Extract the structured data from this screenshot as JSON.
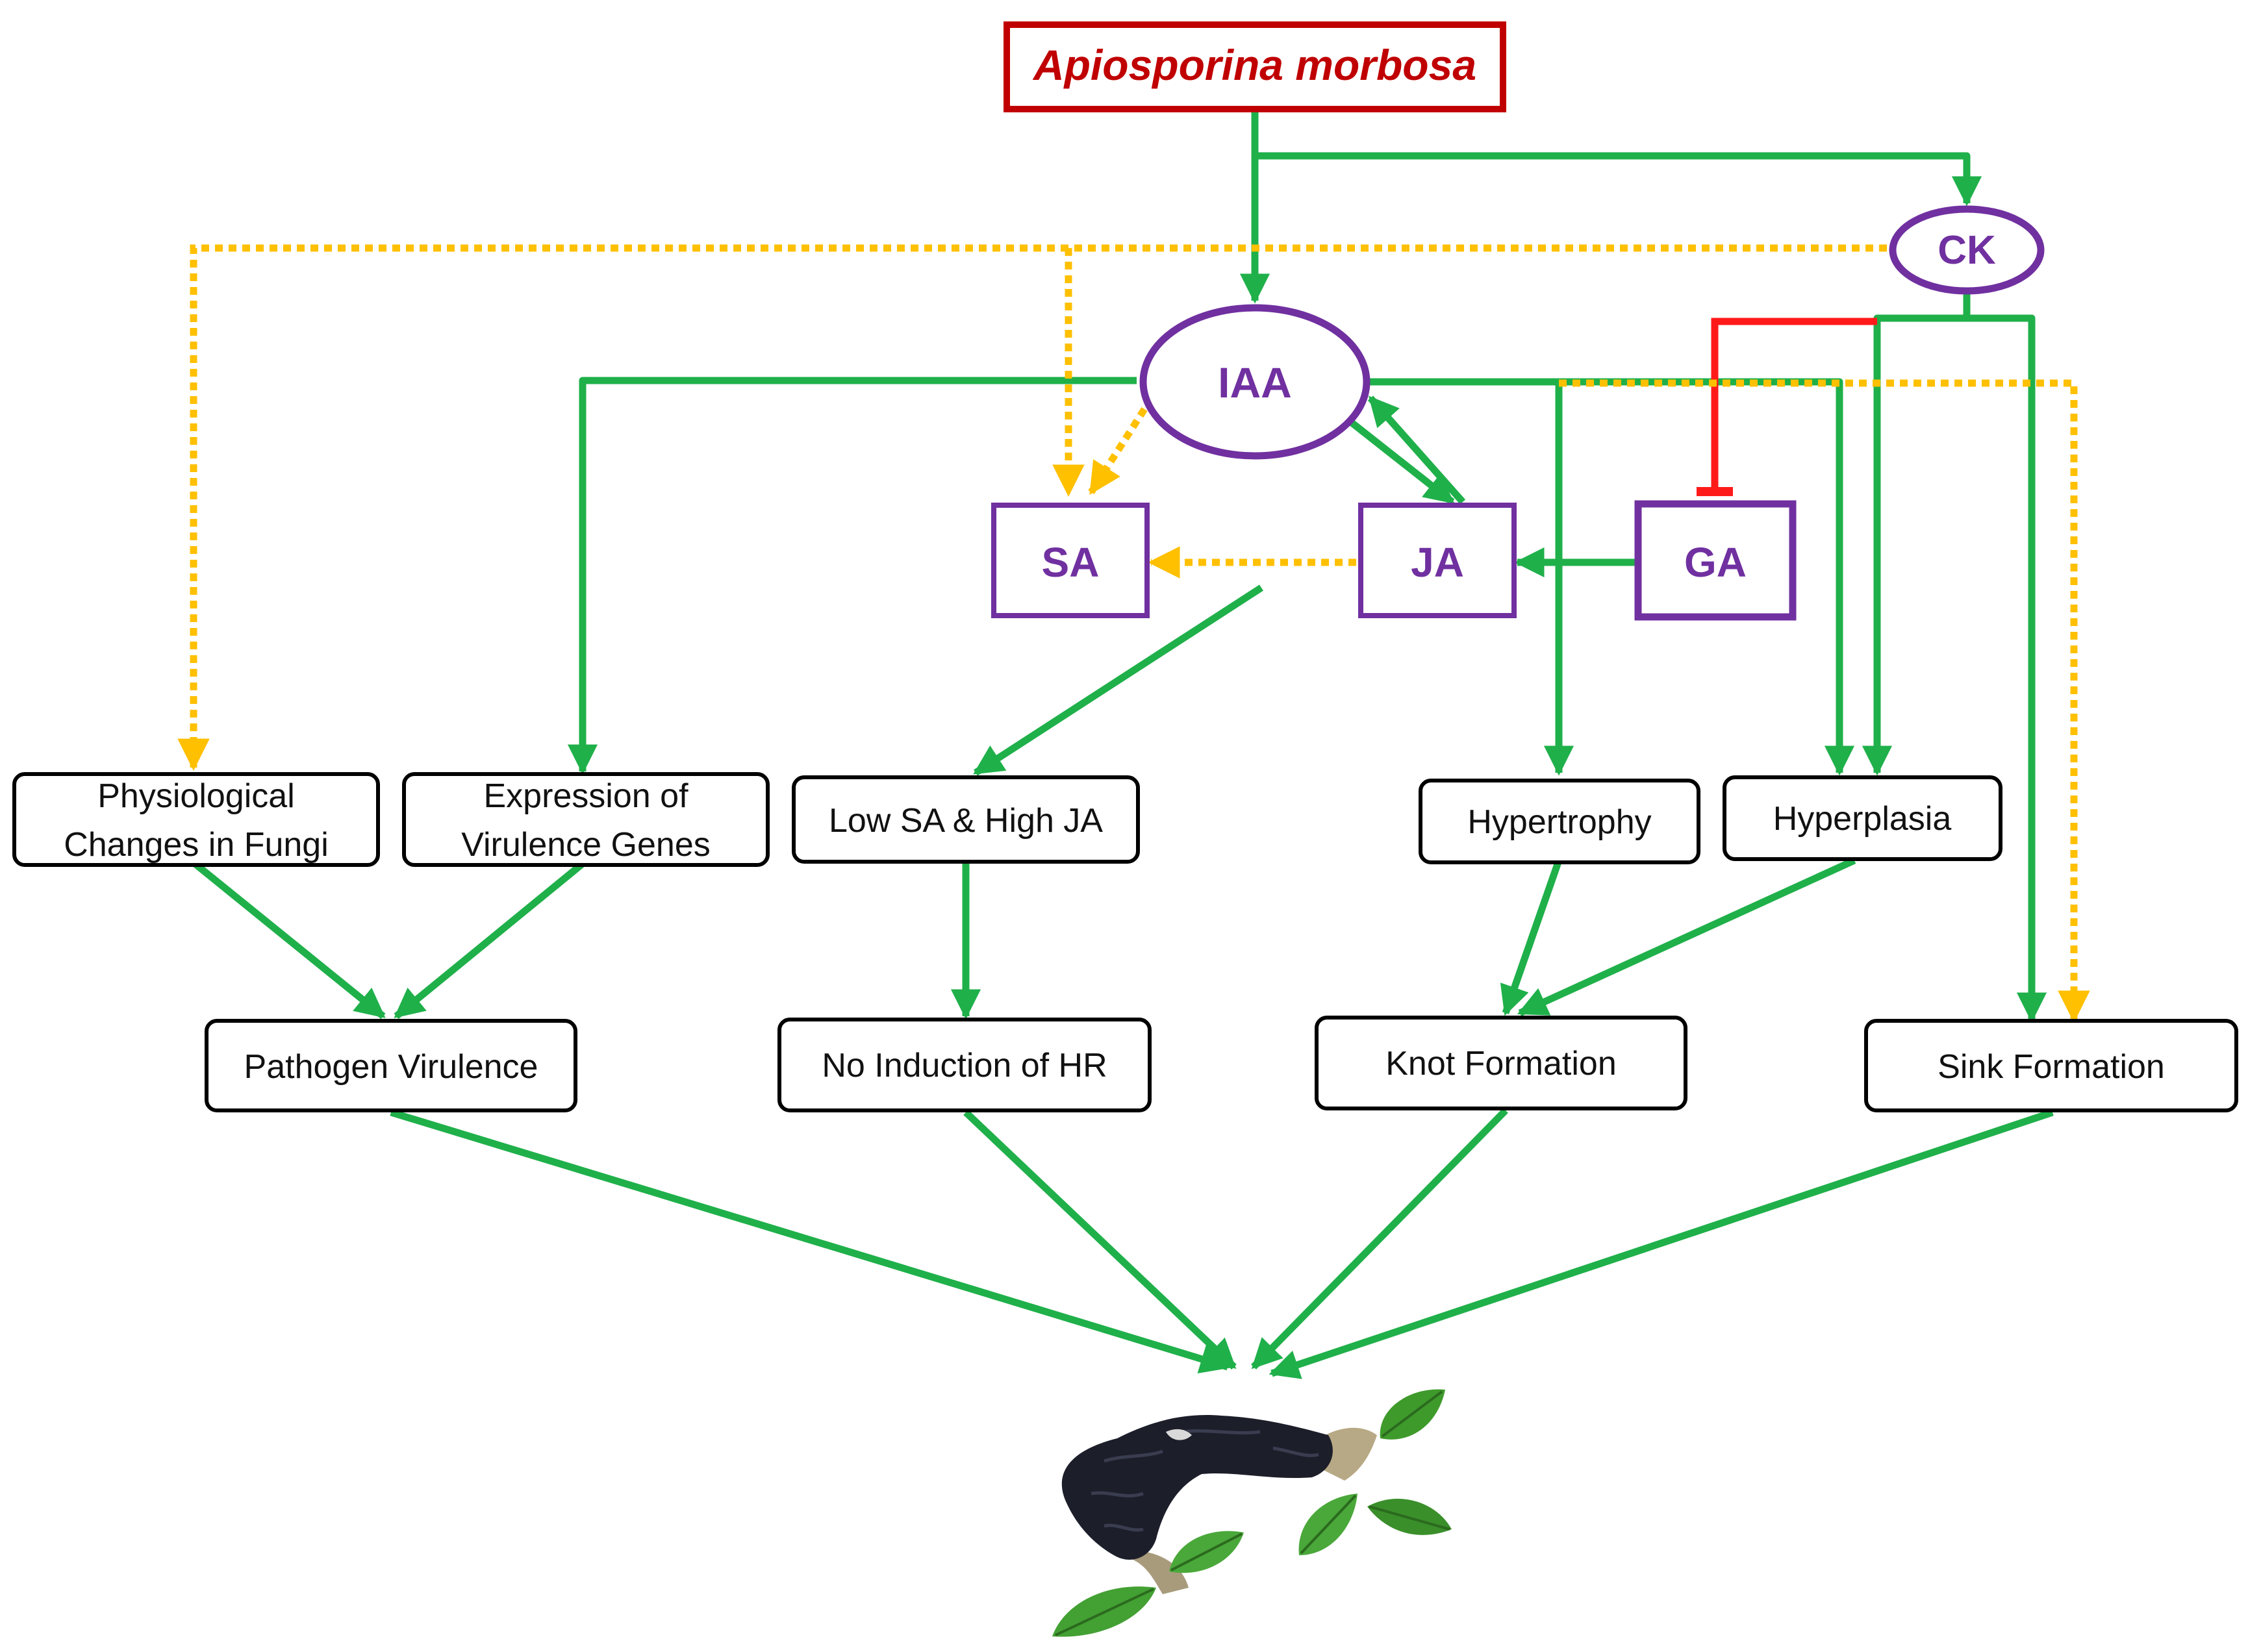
{
  "colors": {
    "green": "#1fb04a",
    "yellow": "#ffc000",
    "red": "#ff1a1a",
    "purple": "#7030a0",
    "darkred": "#c00000",
    "box": "#000000"
  },
  "title": "Apiosporina morbosa",
  "hormones": {
    "ck": "CK",
    "iaa": "IAA",
    "sa": "SA",
    "ja": "JA",
    "ga": "GA"
  },
  "effects": {
    "physiological_line1": "Physiological",
    "physiological_line2": "Changes in Fungi",
    "virulence_genes_line1": "Expression of",
    "virulence_genes_line2": "Virulence Genes",
    "low_sa_high_ja": "Low SA & High JA",
    "hypertrophy": "Hypertrophy",
    "hyperplasia": "Hyperplasia"
  },
  "outcomes": {
    "pathogen_virulence": "Pathogen Virulence",
    "no_hr": "No Induction of HR",
    "knot_formation": "Knot Formation",
    "sink_formation": "Sink Formation"
  },
  "image": {
    "depicts": "black-knot-gall-on-branch"
  }
}
